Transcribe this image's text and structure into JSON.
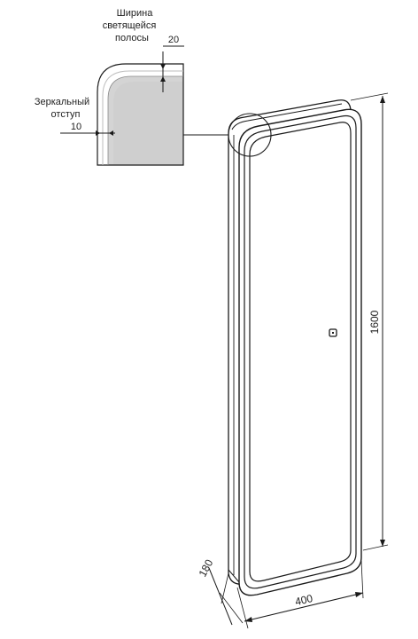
{
  "callout": {
    "strip_width_label_line1": "Ширина",
    "strip_width_label_line2": "светящейся",
    "strip_width_label_line3": "полосы",
    "strip_width_value": "20",
    "mirror_offset_label_line1": "Зеркальный",
    "mirror_offset_label_line2": "отступ",
    "mirror_offset_value": "10"
  },
  "dimensions": {
    "height": "1600",
    "width": "400",
    "depth": "180"
  },
  "colors": {
    "line": "#1a1a1a",
    "glow_strip": "#d4d4d4",
    "glow_edge": "#f4f4f4",
    "background": "#ffffff"
  },
  "icons": {
    "touch_sensor": "touch-sensor-icon"
  }
}
